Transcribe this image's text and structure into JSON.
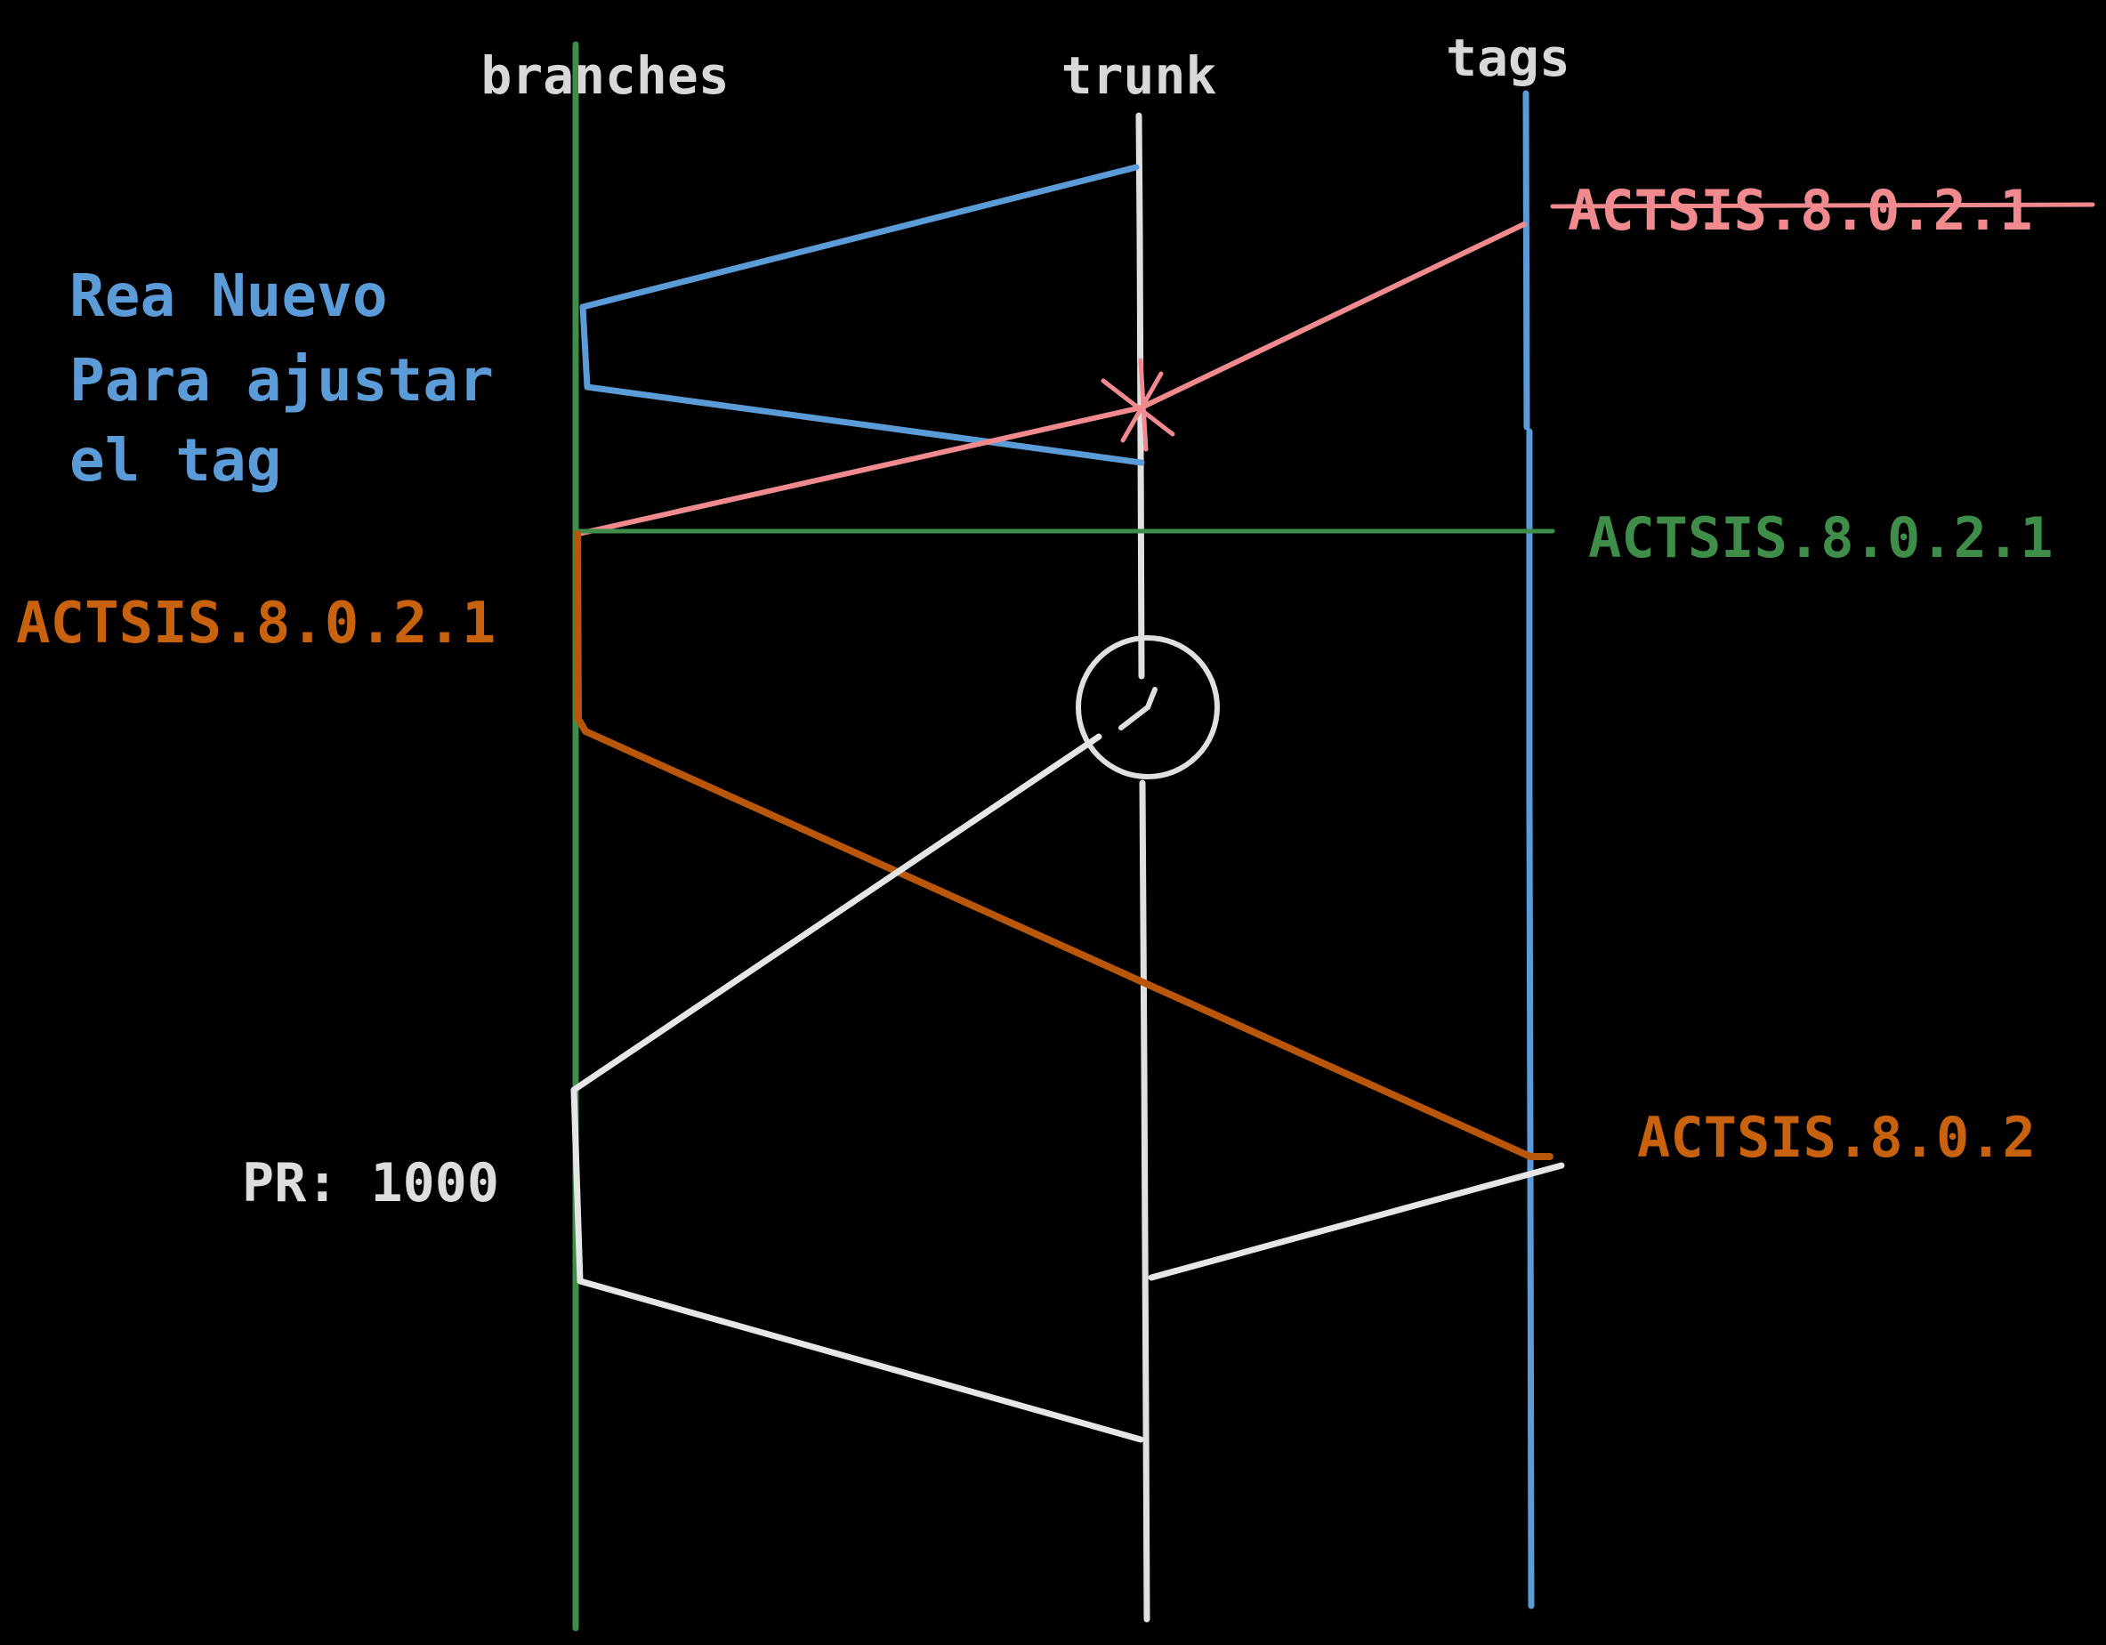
{
  "lanes": {
    "branches": "branches",
    "trunk": "trunk",
    "tags": "tags"
  },
  "notes": {
    "blue_line_1": "Rea Nuevo",
    "blue_line_2": "Para ajustar",
    "blue_line_3": "el tag"
  },
  "tags": {
    "struck_red": "ACTSIS.8.0.2.1",
    "green": "ACTSIS.8.0.2.1",
    "orange_left": "ACTSIS.8.0.2.1",
    "orange_right": "ACTSIS.8.0.2"
  },
  "pr_label": "PR: 1000",
  "colors": {
    "background": "#000000",
    "branches_line": "#3e8e4a",
    "trunk_line": "#e0e0e0",
    "tags_line": "#5b9bd8",
    "blue_flow": "#5b9bd8",
    "red_flow": "#f08a8f",
    "green_flow": "#3e8e4a",
    "orange_flow": "#b8560a",
    "white_flow": "#e6e6e6"
  }
}
